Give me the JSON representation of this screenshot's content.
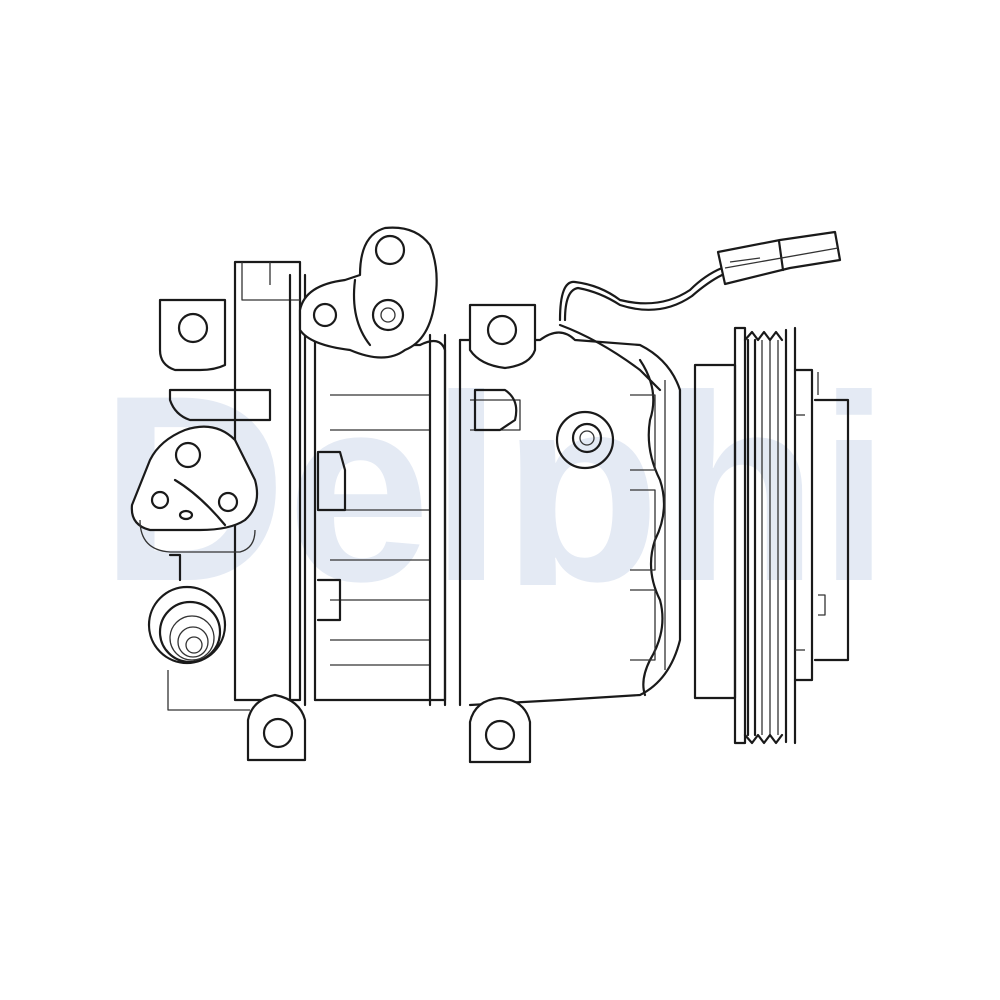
{
  "figure": {
    "subject": "A/C compressor technical line drawing",
    "watermark_text": "Delphi",
    "watermark_color": "#e4eaf4",
    "line_color": "#1a1a1a",
    "background_color": "#ffffff"
  },
  "parts": {
    "body": "compressor-body",
    "pulley": "clutch-pulley",
    "connector": "electrical-connector",
    "wire": "connector-wire",
    "fitting_top": "refrigerant-port-top",
    "fitting_side": "refrigerant-port-side",
    "spring": "port-thread-coil"
  }
}
